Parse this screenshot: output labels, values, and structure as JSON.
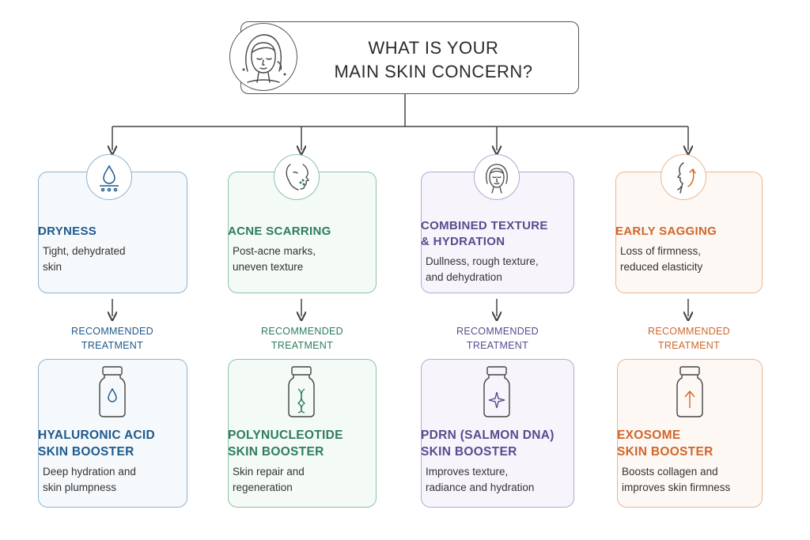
{
  "root": {
    "title_line1": "WHAT IS YOUR",
    "title_line2": "MAIN SKIN CONCERN?",
    "icon": "woman-face-icon"
  },
  "columns": [
    {
      "key": "dryness",
      "color": "#1f5a8c",
      "box_bg": "#f5f9fc",
      "border": "#8fb3cf",
      "concern_title": [
        "DRYNESS"
      ],
      "concern_desc": [
        "Tight, dehydrated",
        "skin"
      ],
      "concern_icon": "water-drop-icon",
      "rec_label": [
        "RECOMMENDED",
        "TREATMENT"
      ],
      "treatment_title": [
        "HYALURONIC ACID",
        "SKIN BOOSTER"
      ],
      "treatment_desc": [
        "Deep hydration and",
        "skin plumpness"
      ],
      "vial_icon": "drop-vial-icon"
    },
    {
      "key": "acne-scarring",
      "color": "#2e7d5b",
      "box_bg": "#f4faf6",
      "border": "#8cc4a5",
      "concern_title": [
        "ACNE SCARRING"
      ],
      "concern_desc": [
        "Post-acne marks,",
        "uneven texture"
      ],
      "concern_icon": "face-profile-icon",
      "rec_label": [
        "RECOMMENDED",
        "TREATMENT"
      ],
      "treatment_title": [
        "POLYNUCLEOTIDE",
        "SKIN BOOSTER"
      ],
      "treatment_desc": [
        "Skin repair and",
        "regeneration"
      ],
      "vial_icon": "dna-vial-icon"
    },
    {
      "key": "combined",
      "color": "#5a4a8f",
      "box_bg": "#f7f5fb",
      "border": "#b3a8d4",
      "concern_title": [
        "COMBINED TEXTURE",
        "& HYDRATION"
      ],
      "concern_desc": [
        "Dullness, rough texture,",
        "and dehydration"
      ],
      "concern_icon": "face-front-icon",
      "rec_label": [
        "RECOMMENDED",
        "TREATMENT"
      ],
      "treatment_title": [
        "PDRN (SALMON DNA)",
        "SKIN BOOSTER"
      ],
      "treatment_desc": [
        "Improves texture,",
        "radiance and hydration"
      ],
      "vial_icon": "sparkle-vial-icon"
    },
    {
      "key": "sagging",
      "color": "#d0662a",
      "box_bg": "#fdf8f4",
      "border": "#ecb58f",
      "concern_title": [
        "EARLY SAGGING"
      ],
      "concern_desc": [
        "Loss of firmness,",
        "reduced elasticity"
      ],
      "concern_icon": "face-lift-icon",
      "rec_label": [
        "RECOMMENDED",
        "TREATMENT"
      ],
      "treatment_title": [
        "EXOSOME",
        "SKIN BOOSTER"
      ],
      "treatment_desc": [
        "Boosts collagen and",
        "improves skin firmness"
      ],
      "vial_icon": "arrow-vial-icon"
    }
  ]
}
